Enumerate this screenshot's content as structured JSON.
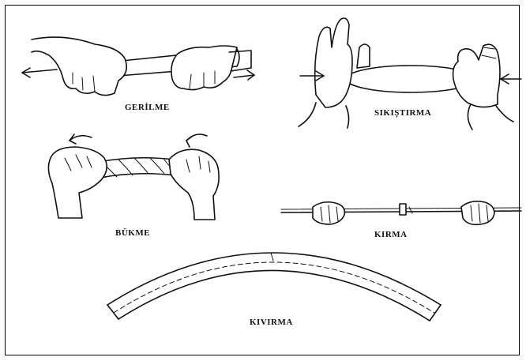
{
  "figure": {
    "labels": {
      "gerilme": "GERİLME",
      "sikistirma": "SIKIŞTIRMA",
      "bukme": "BÜKME",
      "kirma": "KIRMA",
      "kivirma": "KIVIRMA"
    }
  }
}
